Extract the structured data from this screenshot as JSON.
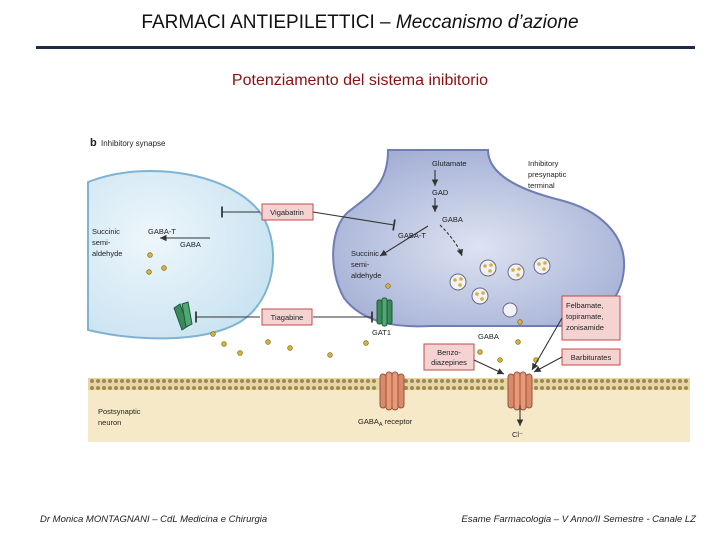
{
  "header": {
    "title_main": "FARMACI  ANTIEPILETTICI – ",
    "title_italic": "Meccanismo d’azione",
    "subtitle": "Potenziamento del sistema inibitorio"
  },
  "figure": {
    "panel_letter": "b",
    "panel_title": "Inhibitory synapse",
    "labels": {
      "glutamate": "Glutamate",
      "gad": "GAD",
      "gaba_top": "GABA",
      "gaba_t_pre": "GABA-T",
      "gaba_t_glia": "GABA-T",
      "gaba_glia": "GABA",
      "gaba_cleft": "GABA",
      "succinic_glia": [
        "Succinic",
        "semi-",
        "aldehyde"
      ],
      "succinic_pre": [
        "Succinic",
        "semi-",
        "aldehyde"
      ],
      "presynaptic": [
        "Inhibitory",
        "presynaptic",
        "terminal"
      ],
      "gat1": "GAT1",
      "postsynaptic": [
        "Postsynaptic",
        "neuron"
      ],
      "receptor": "GABA",
      "receptor_sub": "A",
      "receptor_rest": " receptor",
      "chloride": "Cl⁻"
    },
    "drugs": {
      "vigabatrin": "Vigabatrin",
      "tiagabine": "Tiagabine",
      "benzodiazepines": [
        "Benzo-",
        "diazepines"
      ],
      "felbamate": [
        "Felbamate,",
        "topiramate,",
        "zonisamide"
      ],
      "barbiturates": "Barbiturates"
    }
  },
  "footer": {
    "left": "Dr Monica MONTAGNANI – CdL Medicina e Chirurgia",
    "right": "Esame Farmacologia – V Anno/II Semestre - Canale LZ"
  }
}
